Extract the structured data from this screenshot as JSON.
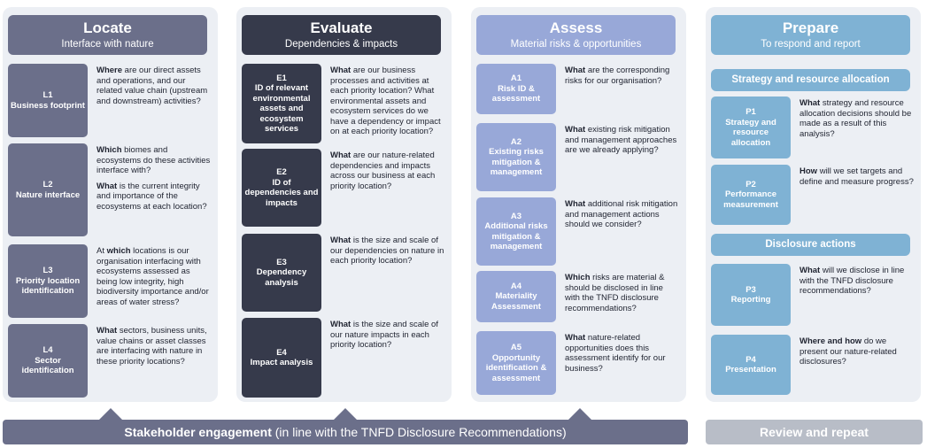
{
  "colors": {
    "locate": "#6b6f8a",
    "evaluate": "#363a4b",
    "assess": "#98a8d8",
    "prepare": "#7fb2d4",
    "column_bg": "#eceff4",
    "review_bar": "#b8bdc7"
  },
  "columns": [
    {
      "id": "locate",
      "title": "Locate",
      "subtitle": "Interface with nature",
      "items": [
        {
          "code": "L1",
          "name": "Business footprint",
          "q": [
            {
              "b": "Where",
              "t": " are our direct assets and operations, and our related value chain (upstream and downstream) activities?"
            }
          ]
        },
        {
          "code": "L2",
          "name": "Nature interface",
          "q": [
            {
              "b": "Which",
              "t": " biomes and ecosystems do these activities interface with?"
            },
            {
              "b": "What",
              "t": " is the current integrity and importance of the ecosystems at each location?"
            }
          ]
        },
        {
          "code": "L3",
          "name": "Priority location identification",
          "q": [
            {
              "pre": "At ",
              "b": "which",
              "t": " locations is our organisation interfacing with ecosystems assessed as being low integrity, high biodiversity importance and/or areas of water stress?"
            }
          ]
        },
        {
          "code": "L4",
          "name": "Sector identification",
          "q": [
            {
              "b": "What",
              "t": " sectors, business units, value chains or asset classes are interfacing with nature in these priority locations?"
            }
          ]
        }
      ]
    },
    {
      "id": "evaluate",
      "title": "Evaluate",
      "subtitle": "Dependencies & impacts",
      "items": [
        {
          "code": "E1",
          "name": "ID of relevant environmental assets and ecosystem services",
          "q": [
            {
              "b": "What",
              "t": " are our business processes and activities at each priority location? What environmental assets and ecosystem services do we have a dependency or impact on at each priority location?"
            }
          ]
        },
        {
          "code": "E2",
          "name": "ID of dependencies and impacts",
          "q": [
            {
              "b": "What",
              "t": " are our nature-related dependencies and impacts across our business at each priority location?"
            }
          ]
        },
        {
          "code": "E3",
          "name": "Dependency analysis",
          "q": [
            {
              "b": "What",
              "t": " is the size and scale of our dependencies on nature in each priority location?"
            }
          ]
        },
        {
          "code": "E4",
          "name": "Impact analysis",
          "q": [
            {
              "b": "What",
              "t": " is the size and scale of our nature impacts in each priority location?"
            }
          ]
        }
      ]
    },
    {
      "id": "assess",
      "title": "Assess",
      "subtitle": "Material risks & opportunities",
      "items": [
        {
          "code": "A1",
          "name": "Risk ID & assessment",
          "q": [
            {
              "b": "What",
              "t": " are the corresponding risks for our organisation?"
            }
          ]
        },
        {
          "code": "A2",
          "name": "Existing risks mitigation & management",
          "q": [
            {
              "b": "What",
              "t": " existing risk mitigation and management approaches are we already applying?"
            }
          ]
        },
        {
          "code": "A3",
          "name": "Additional risks mitigation & management",
          "q": [
            {
              "b": "What",
              "t": " additional risk mitigation and management actions should we consider?"
            }
          ]
        },
        {
          "code": "A4",
          "name": "Materiality Assessment",
          "q": [
            {
              "b": "Which",
              "t": " risks are material & should be disclosed in line with the TNFD disclosure recommendations?"
            }
          ]
        },
        {
          "code": "A5",
          "name": "Opportunity identification & assessment",
          "q": [
            {
              "b": "What",
              "t": " nature-related opportunities does this assessment identify for our business?"
            }
          ]
        }
      ]
    },
    {
      "id": "prepare",
      "title": "Prepare",
      "subtitle": "To respond and report",
      "sections": [
        {
          "title": "Strategy and resource allocation",
          "items": [
            {
              "code": "P1",
              "name": "Strategy and resource allocation",
              "q": [
                {
                  "b": "What",
                  "t": " strategy and resource allocation decisions should be made as a result of this analysis?"
                }
              ]
            },
            {
              "code": "P2",
              "name": "Performance measurement",
              "q": [
                {
                  "b": "How",
                  "t": " will we set targets and define and measure progress?"
                }
              ]
            }
          ]
        },
        {
          "title": "Disclosure actions",
          "items": [
            {
              "code": "P3",
              "name": "Reporting",
              "q": [
                {
                  "b": "What",
                  "t": " will we disclose in line with the TNFD disclosure recommendations?"
                }
              ]
            },
            {
              "code": "P4",
              "name": "Presentation",
              "q": [
                {
                  "b": "Where and how",
                  "t": " do we present our nature-related disclosures?"
                }
              ]
            }
          ]
        }
      ]
    }
  ],
  "footer": {
    "stakeholder_bold": "Stakeholder engagement",
    "stakeholder_rest": " (in line with the TNFD Disclosure Recommendations)",
    "review": "Review and repeat"
  }
}
